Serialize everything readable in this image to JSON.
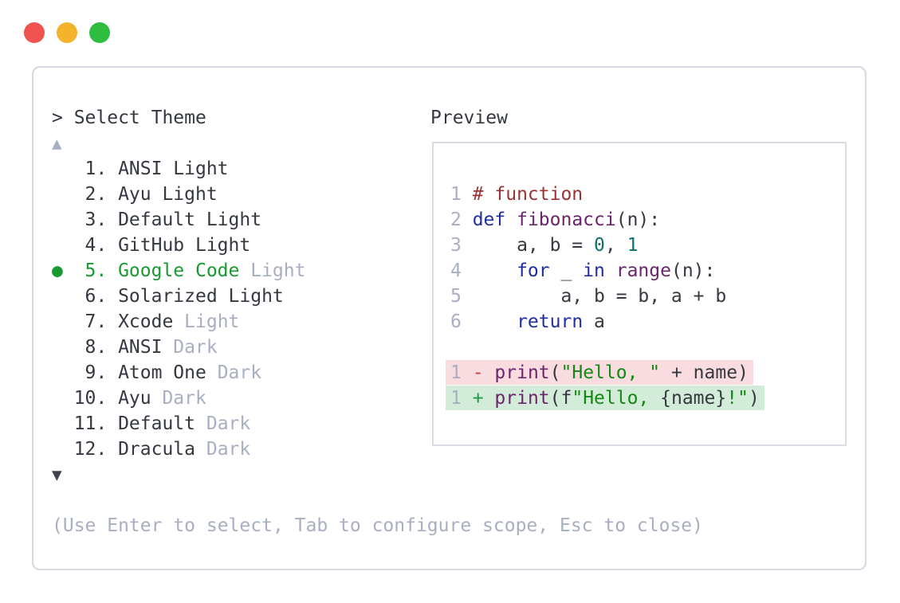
{
  "colors": {
    "text_primary": "#343840",
    "text_muted": "#a7afc0",
    "selection_green": "#189a31",
    "arrow_down": "#3e434b",
    "panel_border": "#d5d9e1",
    "preview_border": "#d8dce4",
    "plain": "#35393f",
    "comment": "#9a3333",
    "keyword": "#1f2f9e",
    "func": "#6b256b",
    "number": "#0f6f6f",
    "string": "#128a12",
    "minus": "#c33b3b",
    "plus": "#1e9b3c",
    "diff_removed_bg": "#f9dce0",
    "diff_added_bg": "#d3ecd9",
    "traffic_red": "#f0534f",
    "traffic_yellow": "#f3b32b",
    "traffic_green": "#2ebd41"
  },
  "theme_picker": {
    "prompt_caret": ">",
    "title": "Select Theme",
    "scroll_up_icon": "▲",
    "scroll_down_icon": "▼",
    "selected_bullet": "●",
    "items": [
      {
        "num": "1.",
        "name": "ANSI Light",
        "suffix": "",
        "selected": false
      },
      {
        "num": "2.",
        "name": "Ayu Light",
        "suffix": "",
        "selected": false
      },
      {
        "num": "3.",
        "name": "Default Light",
        "suffix": "",
        "selected": false
      },
      {
        "num": "4.",
        "name": "GitHub Light",
        "suffix": "",
        "selected": false
      },
      {
        "num": "5.",
        "name": "Google Code",
        "suffix": "Light",
        "selected": true
      },
      {
        "num": "6.",
        "name": "Solarized Light",
        "suffix": "",
        "selected": false
      },
      {
        "num": "7.",
        "name": "Xcode",
        "suffix": "Light",
        "selected": false
      },
      {
        "num": "8.",
        "name": "ANSI",
        "suffix": "Dark",
        "selected": false
      },
      {
        "num": "9.",
        "name": "Atom One",
        "suffix": "Dark",
        "selected": false
      },
      {
        "num": "10.",
        "name": "Ayu",
        "suffix": "Dark",
        "selected": false
      },
      {
        "num": "11.",
        "name": "Default",
        "suffix": "Dark",
        "selected": false
      },
      {
        "num": "12.",
        "name": "Dracula",
        "suffix": "Dark",
        "selected": false
      }
    ],
    "hint": "(Use Enter to select, Tab to configure scope, Esc to close)"
  },
  "preview": {
    "label": "Preview",
    "code_lines": [
      {
        "num": "1",
        "tokens": [
          [
            "# function",
            "comment"
          ]
        ]
      },
      {
        "num": "2",
        "tokens": [
          [
            "def",
            "keyword"
          ],
          [
            " ",
            "plain"
          ],
          [
            "fibonacci",
            "func"
          ],
          [
            "(n):",
            "plain"
          ]
        ]
      },
      {
        "num": "3",
        "tokens": [
          [
            "    a, b = ",
            "plain"
          ],
          [
            "0",
            "number"
          ],
          [
            ", ",
            "plain"
          ],
          [
            "1",
            "number"
          ]
        ]
      },
      {
        "num": "4",
        "tokens": [
          [
            "    ",
            "plain"
          ],
          [
            "for",
            "keyword"
          ],
          [
            " _ ",
            "plain"
          ],
          [
            "in",
            "keyword"
          ],
          [
            " ",
            "plain"
          ],
          [
            "range",
            "func"
          ],
          [
            "(n):",
            "plain"
          ]
        ]
      },
      {
        "num": "5",
        "tokens": [
          [
            "        a, b = b, a + b",
            "plain"
          ]
        ]
      },
      {
        "num": "6",
        "tokens": [
          [
            "    ",
            "plain"
          ],
          [
            "return",
            "keyword"
          ],
          [
            " a",
            "plain"
          ]
        ]
      },
      {
        "blank": true
      },
      {
        "num": "1",
        "diff": "removed",
        "tokens": [
          [
            "-",
            "minus"
          ],
          [
            " ",
            "plain"
          ],
          [
            "print",
            "func"
          ],
          [
            "(",
            "plain"
          ],
          [
            "\"Hello, \"",
            "string"
          ],
          [
            " + name)",
            "plain"
          ]
        ]
      },
      {
        "num": "1",
        "diff": "added",
        "tokens": [
          [
            "+",
            "plus"
          ],
          [
            " ",
            "plain"
          ],
          [
            "print",
            "func"
          ],
          [
            "(f",
            "plain"
          ],
          [
            "\"Hello, ",
            "string"
          ],
          [
            "{name}",
            "plain"
          ],
          [
            "!\"",
            "string"
          ],
          [
            ")",
            "plain"
          ]
        ]
      }
    ]
  }
}
